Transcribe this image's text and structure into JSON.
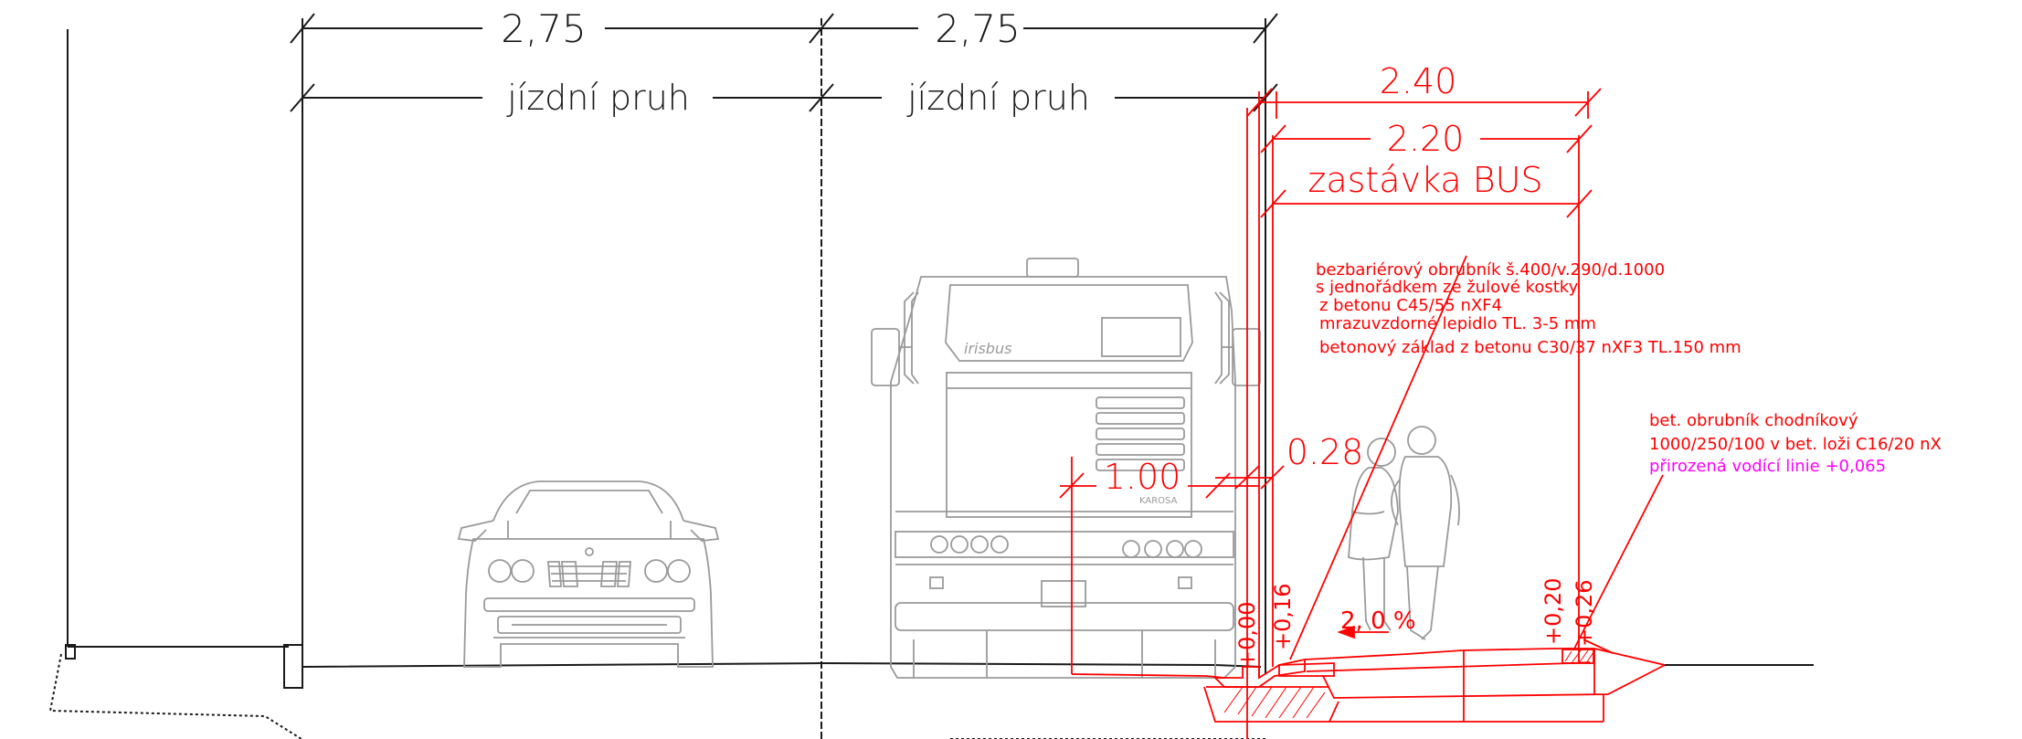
{
  "dimensions": {
    "lane1_width": "2,75",
    "lane2_width": "2,75",
    "lane1_label": "jízdní pruh",
    "lane2_label": "jízdní pruh",
    "stop_total": "2.40",
    "stop_width": "2.20",
    "stop_label": "zastávka BUS",
    "curb_offset": "1.00",
    "curb_width": "0.28"
  },
  "levels": {
    "road": "+0,00",
    "curb_top": "+0,16",
    "walk_edge": "+0,20",
    "walk_curb": "+0,26"
  },
  "slope": "2, 0 %",
  "notes": {
    "barrier_free_curb": [
      "bezbariérový obrubník š.400/v.290/d.1000",
      "s jednořádkem ze žulové kostky",
      "z betonu C45/55 nXF4",
      "mrazuvzdorné lepidlo TL. 3-5 mm",
      "betonový základ z betonu C30/37 nXF3 TL.150 mm"
    ],
    "sidewalk_curb": [
      "bet. obrubník chodníkový",
      "1000/250/100 v bet. loži C16/20 nX"
    ],
    "guide_line": "přirozená vodící linie +0,065"
  },
  "vehicle_marks": {
    "bus_brand": "irisbus",
    "bus_model": "KAROSA"
  },
  "colors": {
    "dimension_black": "#1a1a1a",
    "design_red": "#ff0000",
    "guide_magenta": "#ff00ff",
    "vehicle_gray": "#9a9a9a"
  }
}
